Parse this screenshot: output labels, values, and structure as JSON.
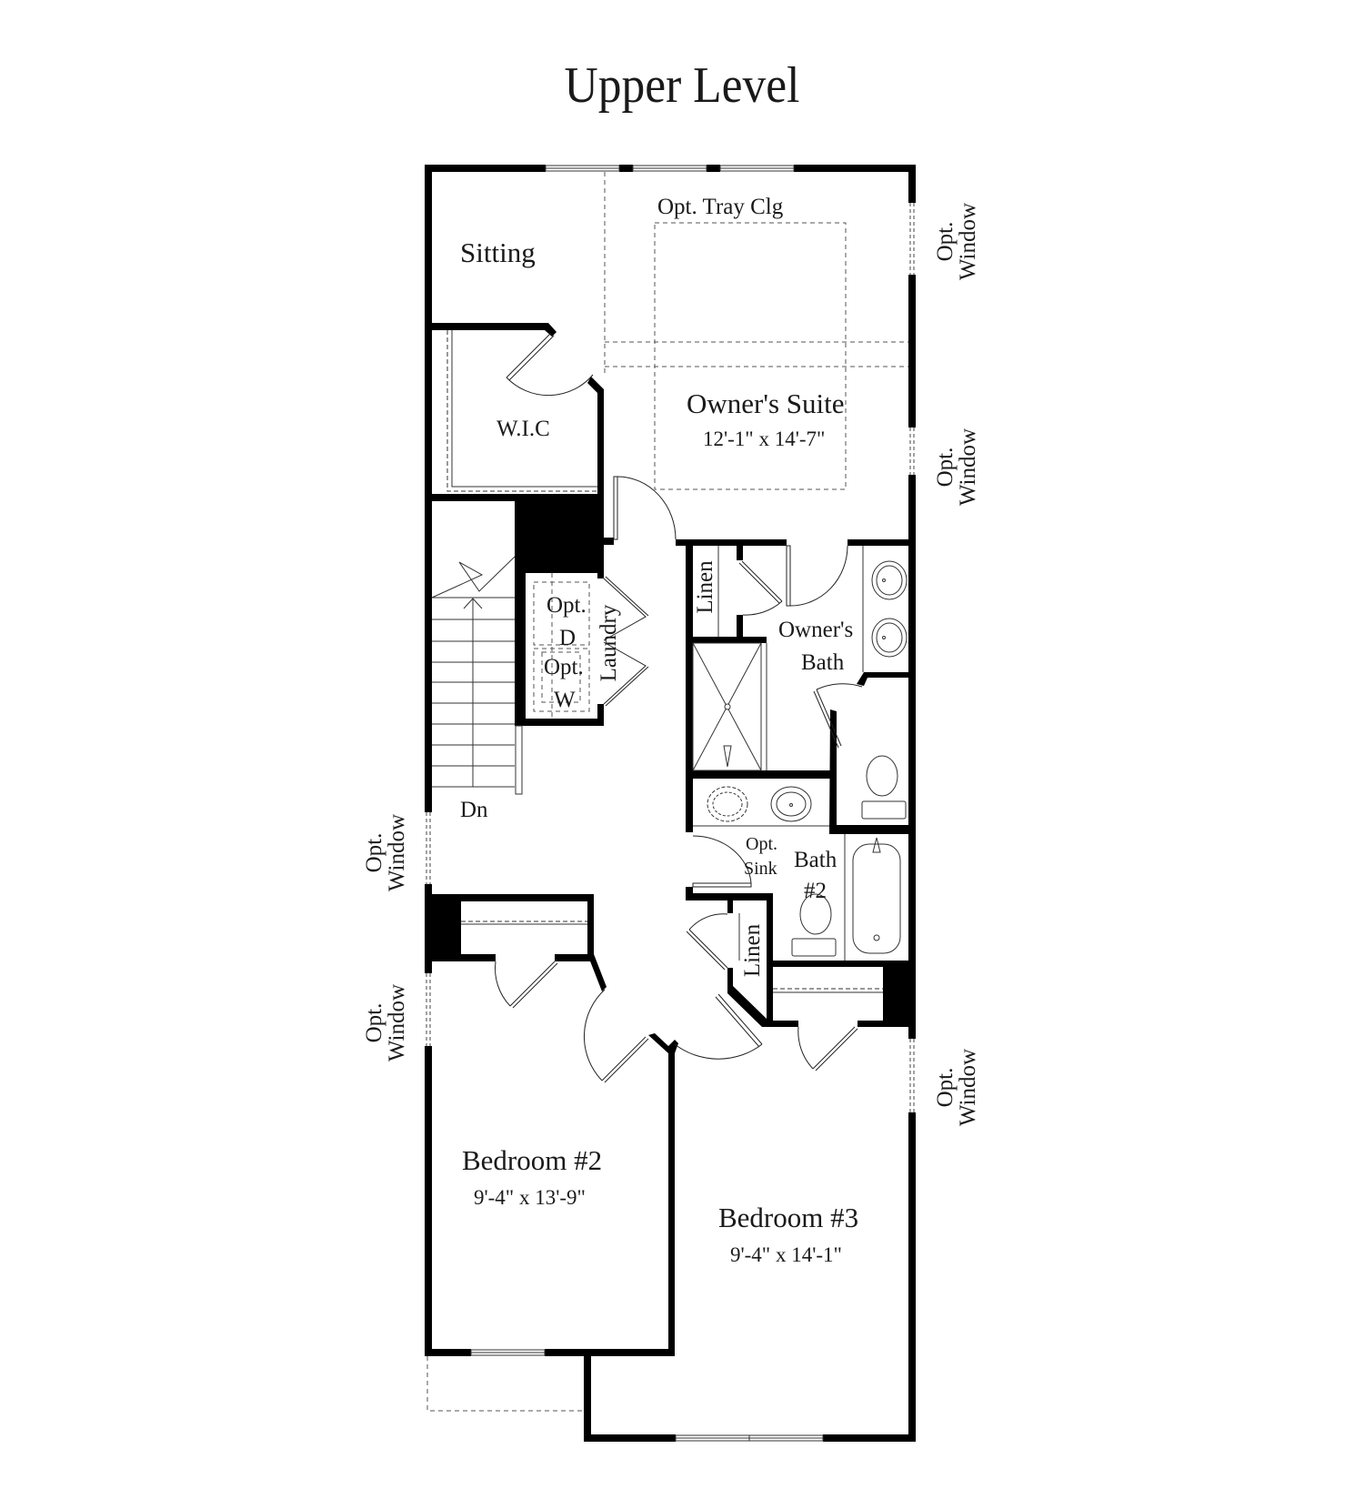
{
  "title": "Upper Level",
  "colors": {
    "wall": "#000000",
    "background": "#ffffff",
    "line": "#222222",
    "dashed": "#555555"
  },
  "rooms": {
    "sitting": {
      "name": "Sitting"
    },
    "owners_suite": {
      "name": "Owner's Suite",
      "dimensions": "12'-1\" x 14'-7\"",
      "note": "Opt. Tray Clg"
    },
    "wic": {
      "name": "W.I.C"
    },
    "laundry": {
      "name": "Laundry",
      "opt_dryer_1": "Opt.",
      "opt_dryer_2": "D",
      "opt_washer_1": "Opt.",
      "opt_washer_2": "W"
    },
    "stairs": {
      "label": "Dn"
    },
    "owners_bath": {
      "name_line1": "Owner's",
      "name_line2": "Bath",
      "linen": "Linen"
    },
    "bath2": {
      "name_line1": "Bath",
      "name_line2": "#2",
      "opt_sink_1": "Opt.",
      "opt_sink_2": "Sink",
      "linen": "Linen"
    },
    "bedroom2": {
      "name": "Bedroom #2",
      "dimensions": "9'-4\" x 13'-9\""
    },
    "bedroom3": {
      "name": "Bedroom #3",
      "dimensions": "9'-4\" x 14'-1\""
    }
  },
  "optional_windows": [
    {
      "id": "right-upper",
      "line1": "Opt.",
      "line2": "Window"
    },
    {
      "id": "right-middle",
      "line1": "Opt.",
      "line2": "Window"
    },
    {
      "id": "left-upper",
      "line1": "Opt.",
      "line2": "Window"
    },
    {
      "id": "left-lower",
      "line1": "Opt.",
      "line2": "Window"
    },
    {
      "id": "right-lower",
      "line1": "Opt.",
      "line2": "Window"
    }
  ]
}
